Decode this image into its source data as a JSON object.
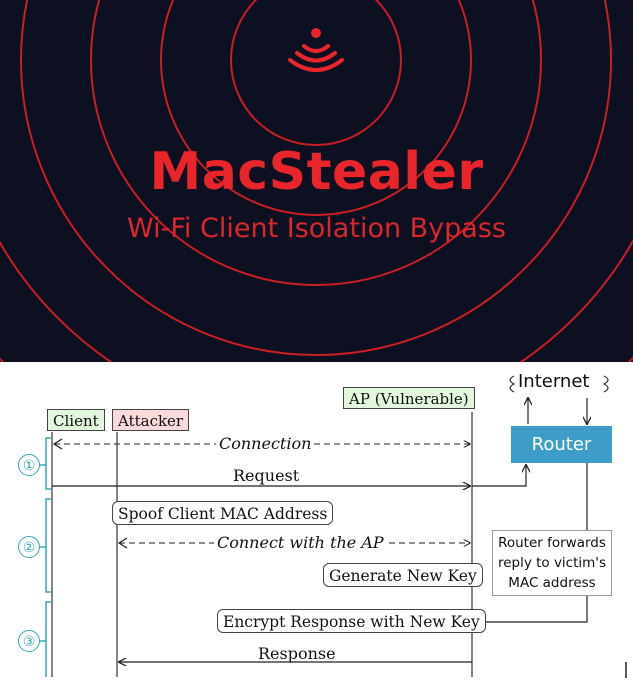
{
  "banner": {
    "title": "MacStealer",
    "subtitle": "Wi-Fi Client Isolation Bypass",
    "icon": "wifi-signal-icon",
    "colors": {
      "background": "#0d1020",
      "accent": "#e8252b"
    }
  },
  "diagram": {
    "participants": {
      "client": "Client",
      "attacker": "Attacker",
      "ap": "AP (Vulnerable)",
      "internet": "Internet",
      "router": "Router"
    },
    "steps": [
      "①",
      "②",
      "③"
    ],
    "messages": {
      "connection": "Connection",
      "request": "Request",
      "spoof": "Spoof Client MAC Address",
      "connect_ap": "Connect with the AP",
      "generate_key": "Generate New Key",
      "encrypt": "Encrypt Response with New Key",
      "response": "Response"
    },
    "router_note_lines": [
      "Router forwards",
      "reply to victim's",
      "MAC address"
    ],
    "colors": {
      "client": "#e3f6de",
      "attacker": "#f9dada",
      "ap": "#e3f6de",
      "router": "#3e9cc9",
      "step": "#3aa6b9"
    }
  }
}
